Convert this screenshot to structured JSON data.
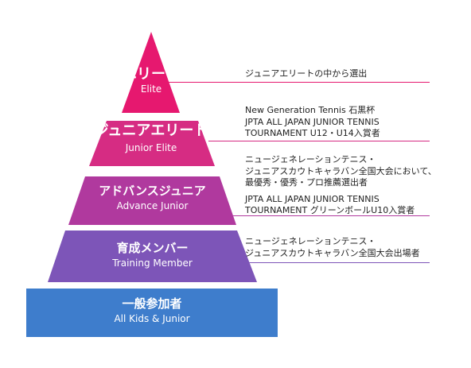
{
  "tiers": [
    {
      "id": "elite",
      "title_jp": "エリート",
      "title_en": "Elite",
      "color": "#E6186F",
      "description": [
        "ジュニアエリートの中から選出"
      ]
    },
    {
      "id": "junior-elite",
      "title_jp": "ジュニアエリート",
      "title_en": "Junior Elite",
      "color": "#D62C83",
      "description": [
        "New Generation Tennis 石黒杯",
        "JPTA ALL JAPAN JUNIOR TENNIS",
        "TOURNAMENT U12・U14入賞者"
      ]
    },
    {
      "id": "advance-junior",
      "title_jp": "アドバンスジュニア",
      "title_en": "Advance Junior",
      "color": "#B0399E",
      "description": [
        "ニュージェネレーションテニス・",
        "ジュニアスカウトキャラバン全国大会において、",
        "最優秀・優秀・プロ推薦選出者"
      ],
      "description_extra": [
        "JPTA ALL JAPAN JUNIOR TENNIS",
        "TOURNAMENT グリーンボールU10入賞者"
      ]
    },
    {
      "id": "training-member",
      "title_jp": "育成メンバー",
      "title_en": "Training Member",
      "color": "#7D55B8",
      "description": [
        "ニュージェネレーションテニス・",
        "ジュニアスカウトキャラバン全国大会出場者"
      ]
    },
    {
      "id": "all-kids",
      "title_jp": "一般参加者",
      "title_en": "All Kids & Junior",
      "color": "#3E7DCC",
      "description": []
    }
  ]
}
